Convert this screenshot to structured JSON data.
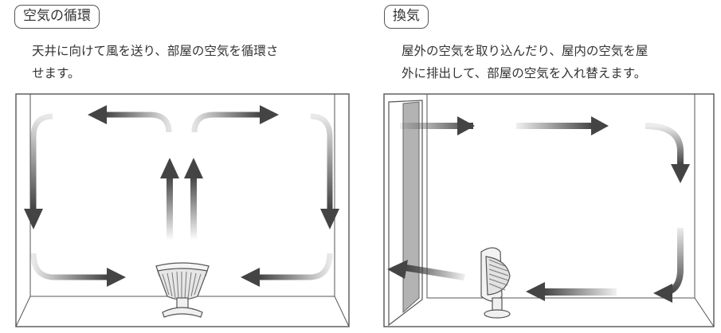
{
  "circulation": {
    "title": "空気の循環",
    "description_lines": [
      "天井に向けて風を送り、部屋の空気を循環さ",
      "せます。"
    ]
  },
  "ventilation": {
    "title": "換気",
    "description_lines": [
      "屋外の空気を取り込んだり、屋内の空気を屋",
      "外に排出して、部屋の空気を入れ替えます。"
    ]
  },
  "colors": {
    "line": "#555555",
    "arrow": "#444444",
    "window": "#b3b3b3"
  }
}
